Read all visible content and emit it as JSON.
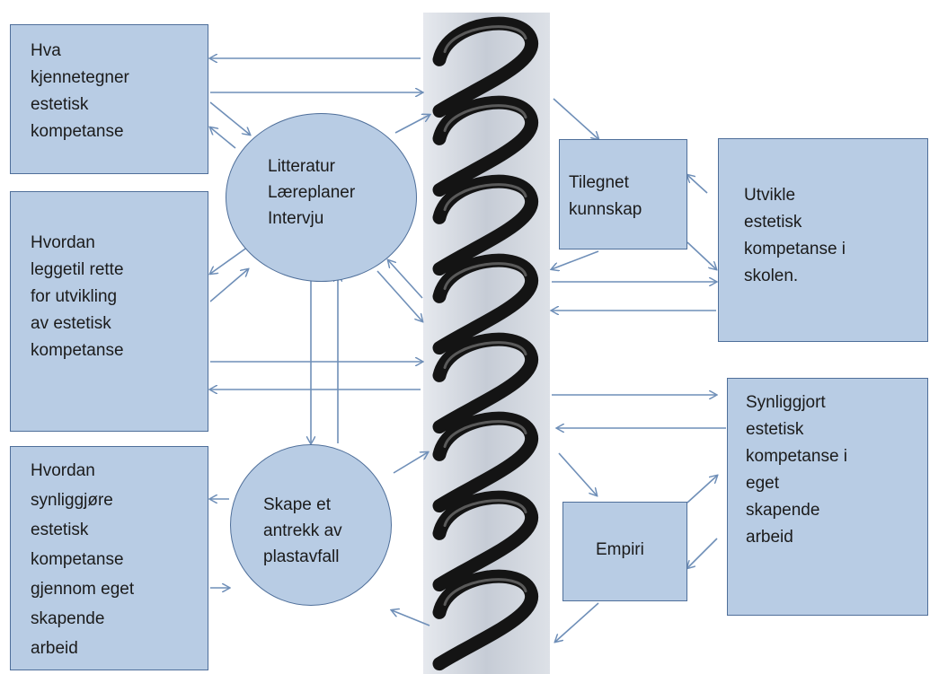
{
  "boxes": {
    "hva": "Hva\nkjennetegner\nestetisk\nkompetanse",
    "hvordan_legge": "Hvordan\nleggetil rette\nfor utvikling\nav estetisk\nkompetanse",
    "hvordan_synlig": "Hvordan\nsynliggjøre\nestetisk\nkompetanse\ngjennom eget\nskapende\narbeid",
    "tilegnet": "Tilegnet\nkunnskap",
    "utvikle": "Utvikle\nestetisk\nkompetanse i\nskolen.",
    "synliggjort": "Synliggjort\nestetisk\nkompetanse i\neget\nskapende\narbeid",
    "empiri": "Empiri"
  },
  "circles": {
    "litteratur": "Litteratur\nLæreplaner\nIntervju",
    "skape": "Skape et\nantrekk av\nplastavfall"
  },
  "colors": {
    "box_fill": "#b8cce4",
    "box_border": "#4f6f9a",
    "arrow": "#6f8fb8",
    "spring": "#1a1a1a",
    "spring_bg": "#cfd4dc"
  }
}
